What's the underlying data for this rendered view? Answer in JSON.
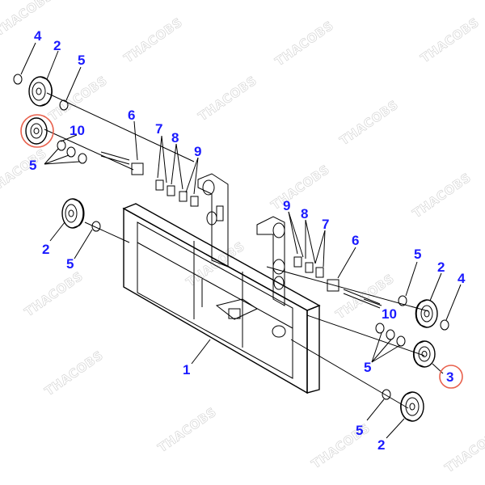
{
  "diagram": {
    "watermark_text": "THACOBS",
    "highlight_color": "#e8604c",
    "callout_color": "#1a1aff",
    "callouts": [
      {
        "id": "c-4-tl",
        "text": "4"
      },
      {
        "id": "c-2-tl",
        "text": "2"
      },
      {
        "id": "c-5-tl",
        "text": "5"
      },
      {
        "id": "c-6-l",
        "text": "6"
      },
      {
        "id": "c-7-l",
        "text": "7"
      },
      {
        "id": "c-8-l",
        "text": "8"
      },
      {
        "id": "c-9-l",
        "text": "9"
      },
      {
        "id": "c-10-l",
        "text": "10"
      },
      {
        "id": "c-5-l2",
        "text": "5"
      },
      {
        "id": "c-2-ml",
        "text": "2"
      },
      {
        "id": "c-5-ml",
        "text": "5"
      },
      {
        "id": "c-1",
        "text": "1"
      },
      {
        "id": "c-9-r",
        "text": "9"
      },
      {
        "id": "c-8-r",
        "text": "8"
      },
      {
        "id": "c-7-r",
        "text": "7"
      },
      {
        "id": "c-6-r",
        "text": "6"
      },
      {
        "id": "c-5-r",
        "text": "5"
      },
      {
        "id": "c-2-r",
        "text": "2"
      },
      {
        "id": "c-4-r",
        "text": "4"
      },
      {
        "id": "c-10-r",
        "text": "10"
      },
      {
        "id": "c-5-r2",
        "text": "5"
      },
      {
        "id": "c-3",
        "text": "3"
      },
      {
        "id": "c-5-b",
        "text": "5"
      },
      {
        "id": "c-2-b",
        "text": "2"
      }
    ]
  }
}
